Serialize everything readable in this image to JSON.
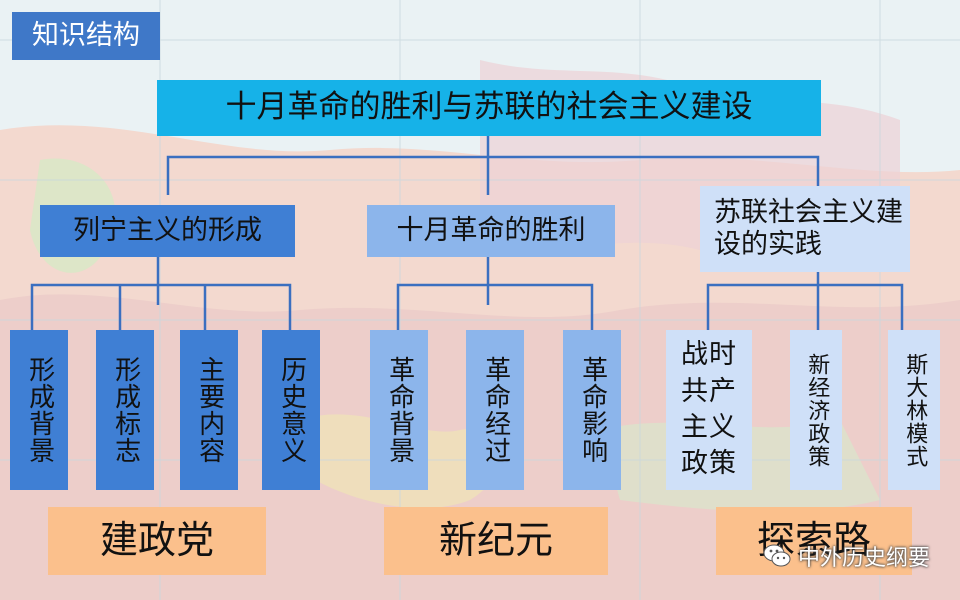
{
  "tag": "知识结构",
  "root": "十月革命的胜利与苏联的社会主义建设",
  "categories": [
    {
      "label": "列宁主义的形成",
      "items": [
        "形成背景",
        "形成标志",
        "主要内容",
        "历史意义"
      ],
      "summary": "建政党"
    },
    {
      "label": "十月革命的胜利",
      "items": [
        "革命背景",
        "革命经过",
        "革命影响"
      ],
      "summary": "新纪元"
    },
    {
      "label": "苏联社会主义建设的实践",
      "items": [
        "战时共产主义政策",
        "新经济政策",
        "斯大林模式"
      ],
      "summary": "探索路"
    }
  ],
  "watermark": "中外历史纲要",
  "colors": {
    "root": "#16b2e8",
    "category_dark": "#3f7fd4",
    "category_mid": "#8cb5eb",
    "category_light": "#cfe0f8",
    "summary": "#fbc08c",
    "connector": "#3a6fc0"
  },
  "icons": [
    "map-background",
    "wechat-logo-icon"
  ]
}
